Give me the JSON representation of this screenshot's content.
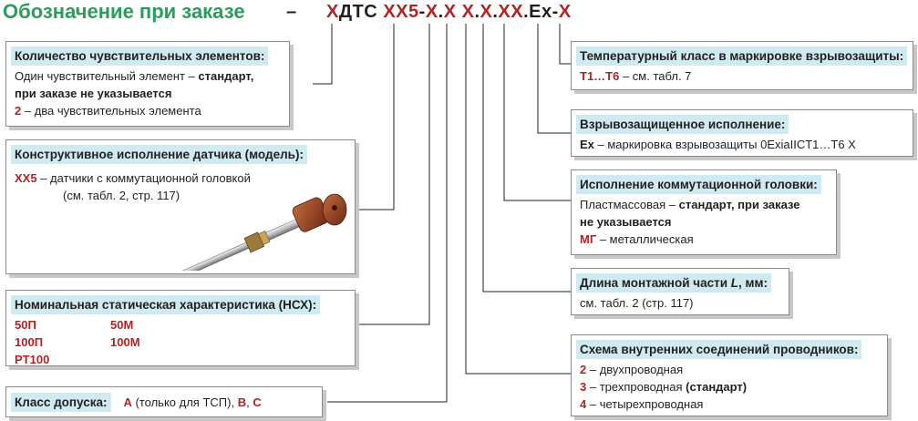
{
  "heading": {
    "title": "Обозначение при заказе",
    "dash": "–"
  },
  "order_code": {
    "p1": "Х",
    "p2": "ДТС ",
    "p3": "ХХ5",
    "p4": "-",
    "p5": "Х",
    "p6": ".",
    "p7": "Х",
    "p8": " ",
    "p9": "Х",
    "p10": ".",
    "p11": "Х",
    "p12": ".",
    "p13": "ХХ",
    "p14": ".",
    "p15": "Ex",
    "p16": "-",
    "p17": "Х"
  },
  "boxes": {
    "elements": {
      "header": "Количество чувствительных  элементов:",
      "l1a": "Один чувствительный элемент – ",
      "l1b": "стандарт,",
      "l2": "при заказе не указывается",
      "opt_code": "2",
      "opt_text": "  –  два чувствительных элемента"
    },
    "model": {
      "header": "Конструктивное исполнение датчика (модель):",
      "code": "ХХ5",
      "text1": "  –  датчики с коммутационной головкой",
      "text2": "(см. табл. 2, стр. 117)"
    },
    "nsx": {
      "header": "Номинальная статическая характеристика (НСХ):",
      "c1": [
        "50П",
        "100П",
        "PT100"
      ],
      "c2": [
        "50М",
        "100М"
      ]
    },
    "accuracy": {
      "header": "Класс допуска:",
      "a": "А",
      "a_note": " (только для ТСП), ",
      "b": "В",
      "sep": ",  ",
      "c": "С"
    },
    "temp_class": {
      "header": "Температурный класс в маркировке взрывозащиты:",
      "code": "Т1…Т6",
      "text": " – см. табл. 7"
    },
    "ex": {
      "header": "Взрывозащищенное исполнение:",
      "code": "Ex",
      "text": "   –  маркировка взрывозащиты 0ExiaIICT1…T6 X"
    },
    "head": {
      "header": "Исполнение коммутационной головки:",
      "l1a": "Пластмассовая – ",
      "l1b": "стандарт, при заказе",
      "l2": "не указывается",
      "code": "МГ",
      "text": "   –  металлическая"
    },
    "length": {
      "header_a": "Длина монтажной части ",
      "header_b": "L",
      "header_c": ", мм:",
      "text": "см. табл. 2 (стр. 117)"
    },
    "wiring": {
      "header": "Схема внутренних соединений проводников:",
      "items": [
        {
          "code": "2",
          "text": "   –  двухпроводная",
          "extra": ""
        },
        {
          "code": "3",
          "text": "   –  трехпроводная ",
          "extra": "(стандарт)"
        },
        {
          "code": "4",
          "text": "   –  четырехпроводная",
          "extra": ""
        }
      ]
    }
  },
  "colors": {
    "accent_red": "#b02423",
    "title_green": "#2a9c5c",
    "header_bg": "#cfeaf0"
  }
}
